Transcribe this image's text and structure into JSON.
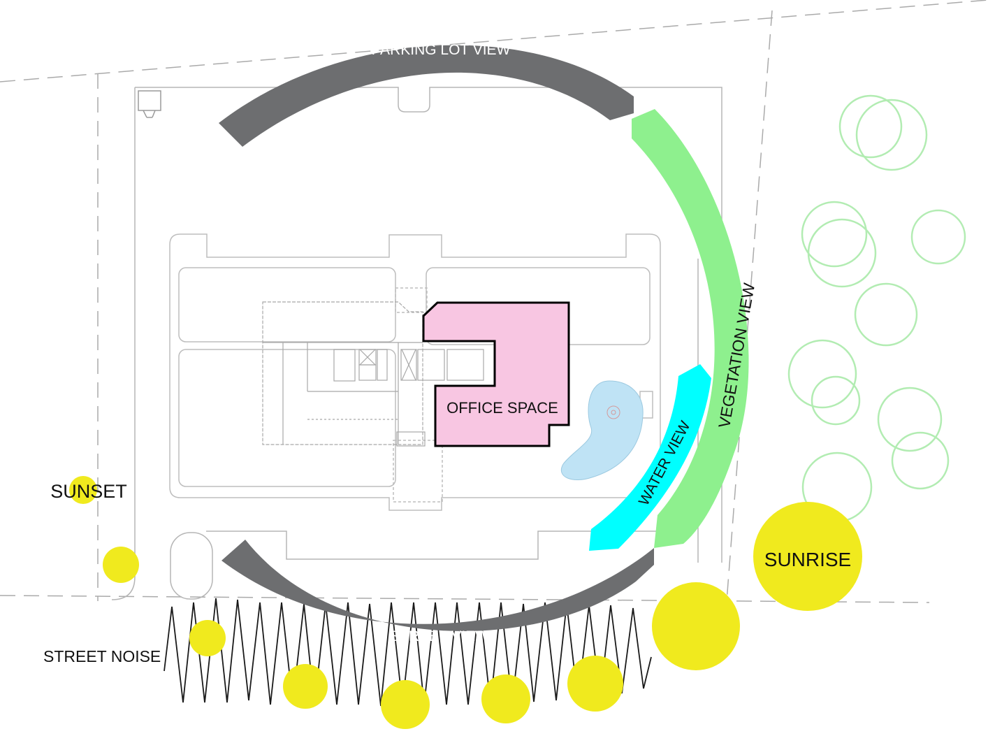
{
  "labels": {
    "parking_lot_view": "PARKING LOT VIEW",
    "vegetation_view": "VEGETATION VIEW",
    "water_view": "WATER VIEW",
    "street_view": "STREET VIEW",
    "office_space": "OFFICE SPACE",
    "sunset": "SUNSET",
    "sunrise": "SUNRISE",
    "street_noise": "STREET NOISE"
  },
  "colors": {
    "view_band_gray": "#6d6e70",
    "vegetation_green": "#8ef08e",
    "water_cyan": "#00ffff",
    "office_pink": "#f8c6e2",
    "pond_blue": "#bfe3f5",
    "sun_yellow": "#f0ea1e",
    "tree_green": "#99e699",
    "plan_line": "#b5b5b5"
  }
}
